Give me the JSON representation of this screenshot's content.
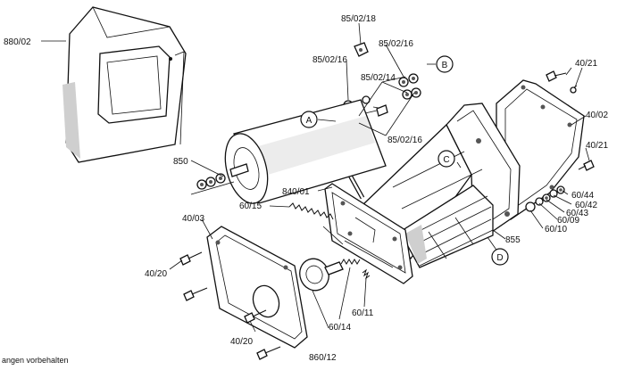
{
  "labels": {
    "l_880_02": "880/02",
    "l_85_02_18": "85/02/18",
    "l_85_02_16_a": "85/02/16",
    "l_85_02_16_b": "85/02/16",
    "l_85_02_14": "85/02/14",
    "l_85_02_16_c": "85/02/16",
    "l_40_21_a": "40/21",
    "l_40_02": "40/02",
    "l_40_21_b": "40/21",
    "l_850": "850",
    "l_840_01": "840/01",
    "l_60_15": "60/15",
    "l_40_03": "40/03",
    "l_40_20_a": "40/20",
    "l_40_20_b": "40/20",
    "l_860_12": "860/12",
    "l_60_14": "60/14",
    "l_60_11": "60/11",
    "l_855": "855",
    "l_60_44": "60/44",
    "l_60_42": "60/42",
    "l_60_43": "60/43",
    "l_60_09": "60/09",
    "l_60_10": "60/10"
  },
  "callouts": {
    "a": "A",
    "b": "B",
    "c": "C",
    "d": "D"
  },
  "footer_text": "angen vorbehalten"
}
